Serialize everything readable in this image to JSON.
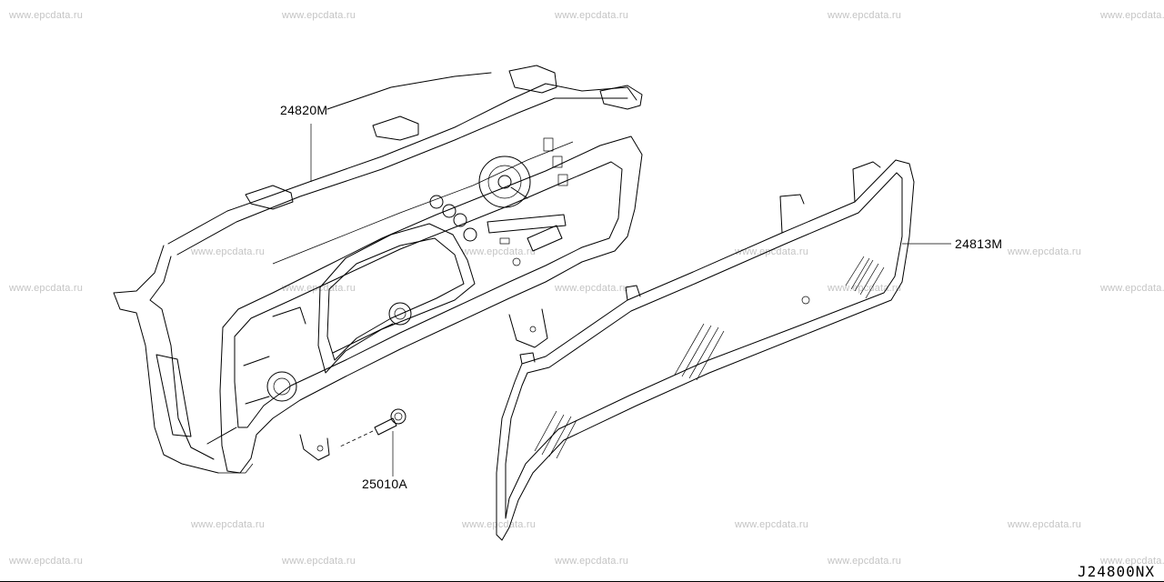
{
  "watermark": "www.epcdata.ru",
  "parts": {
    "meter_assembly": "24820M",
    "front_glass": "24813M",
    "screw": "25010A"
  },
  "diagram_code": "J24800NX"
}
